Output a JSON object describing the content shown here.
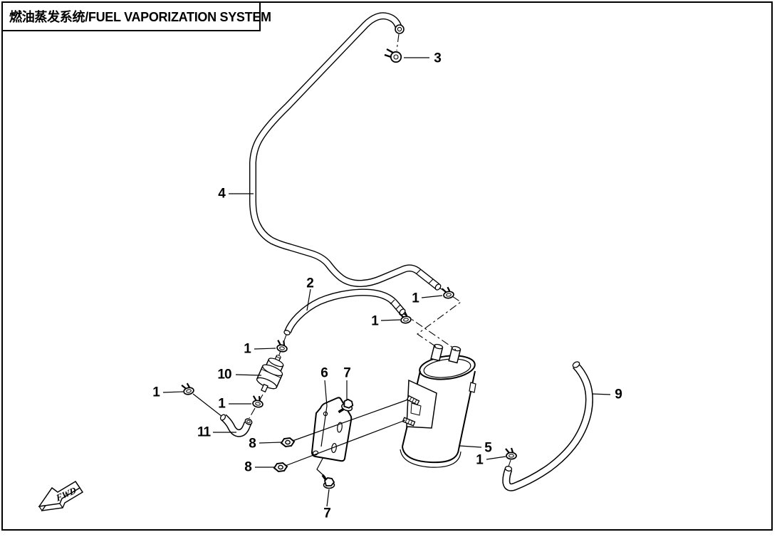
{
  "title": {
    "text": "燃油蒸发系统/FUEL VAPORIZATION SYSTEM"
  },
  "direction_indicator": {
    "label": "FWD"
  },
  "colors": {
    "ink": "#000000",
    "background": "#ffffff"
  },
  "callouts": [
    {
      "label": "3"
    },
    {
      "label": "4"
    },
    {
      "label": "2"
    },
    {
      "label": "1"
    },
    {
      "label": "1"
    },
    {
      "label": "1"
    },
    {
      "label": "10"
    },
    {
      "label": "1"
    },
    {
      "label": "1"
    },
    {
      "label": "11"
    },
    {
      "label": "6"
    },
    {
      "label": "7"
    },
    {
      "label": "8"
    },
    {
      "label": "8"
    },
    {
      "label": "7"
    },
    {
      "label": "5"
    },
    {
      "label": "1"
    },
    {
      "label": "9"
    }
  ]
}
